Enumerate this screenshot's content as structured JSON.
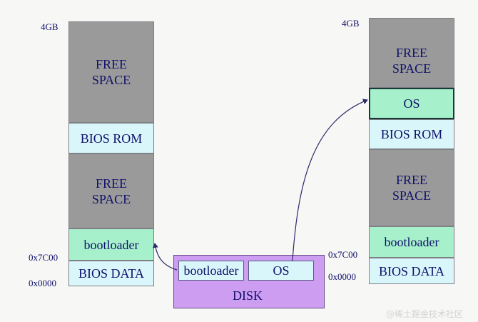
{
  "left_map": {
    "top_address": "4GB",
    "free_space_top": "FREE SPACE",
    "bios_rom": "BIOS ROM",
    "free_space_mid": "FREE SPACE",
    "bootloader": "bootloader",
    "bios_data": "BIOS DATA",
    "addr_7c00": "0x7C00",
    "addr_0000": "0x0000"
  },
  "right_map": {
    "top_address": "4GB",
    "free_space_top": "FREE SPACE",
    "os": "OS",
    "bios_rom": "BIOS ROM",
    "free_space_mid": "FREE SPACE",
    "bootloader": "bootloader",
    "bios_data": "BIOS DATA",
    "addr_7c00": "0x7C00",
    "addr_0000": "0x0000"
  },
  "disk": {
    "label": "DISK",
    "bootloader": "bootloader",
    "os": "OS"
  },
  "watermark": "@稀土掘金技术社区",
  "colors": {
    "free_space": "#9a9a9a",
    "bios": "#d9f7fb",
    "bootloader": "#a6f1cc",
    "disk": "#cd9df2",
    "text": "#10106a"
  }
}
